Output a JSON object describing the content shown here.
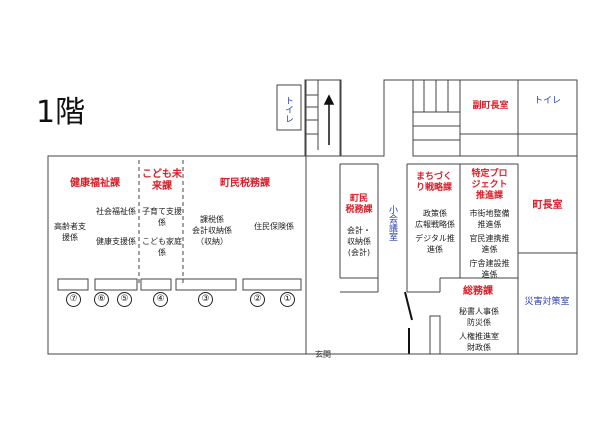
{
  "floor_label": "1階",
  "rooms": {
    "toilet_left": "トイレ",
    "toilet_right": "トイレ",
    "vice_mayor": "副町長室",
    "mayor": "町長室",
    "disaster": "災害対策室",
    "small_meeting": "小会議室",
    "entrance": "玄関"
  },
  "departments": {
    "health_welfare": {
      "title": "健康福祉課",
      "sections": [
        "高齢者支援係",
        "社会福祉係",
        "健康支援係"
      ]
    },
    "children": {
      "title_line1": "こども未",
      "title_line2": "来課",
      "sections": [
        "子育て支援係",
        "こども家庭係"
      ]
    },
    "tax": {
      "title": "町民税務課",
      "sections": [
        "課税係",
        "会計収納係",
        "（収納）",
        "住民保険係"
      ]
    },
    "town_tax_small": {
      "title_line1": "町民",
      "title_line2": "税務課",
      "sections": [
        "会計・",
        "収納係",
        "(会計)"
      ]
    },
    "machizukuri": {
      "title_line1": "まちづく",
      "title_line2": "り戦略課",
      "sections": [
        "政策係",
        "広報戦略係",
        "デジタル推",
        "進係"
      ]
    },
    "special_project": {
      "title_line1": "特定プロ",
      "title_line2": "ジェクト",
      "title_line3": "推進課",
      "sections": [
        "市街地整備",
        "推進係",
        "官民連携推",
        "進係",
        "庁舎建設推",
        "進係"
      ]
    },
    "general_affairs": {
      "title": "総務課",
      "sections": [
        "秘書人事係",
        "防災係",
        "人権推進室",
        "財政係"
      ]
    }
  },
  "counters": [
    "⑦",
    "⑥",
    "⑤",
    "④",
    "③",
    "②",
    "①"
  ],
  "colors": {
    "dept_title": "#d8202a",
    "room_label": "#2a3fb0",
    "line": "#333333"
  }
}
